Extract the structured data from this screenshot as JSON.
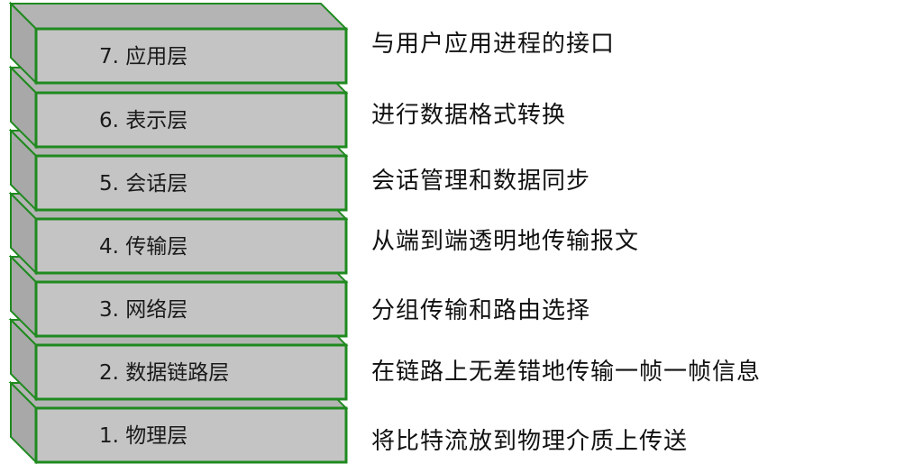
{
  "colors": {
    "box_front": "#c4c4c4",
    "box_top": "#b4b4b4",
    "box_side": "#a8a8a8",
    "border": "#1f8a1f",
    "text": "#111111"
  },
  "layers": [
    {
      "label": "7.  应用层",
      "description": "与用户应用进程的接口"
    },
    {
      "label": "6.  表示层",
      "description": "进行数据格式转换"
    },
    {
      "label": "5.  会话层",
      "description": "会话管理和数据同步"
    },
    {
      "label": "4.  传输层",
      "description": "从端到端透明地传输报文"
    },
    {
      "label": "3.  网络层",
      "description": "分组传输和路由选择"
    },
    {
      "label": "2.  数据链路层",
      "description": "在链路上无差错地传输一帧一帧信息"
    },
    {
      "label": "1.  物理层",
      "description": "将比特流放到物理介质上传送"
    }
  ]
}
